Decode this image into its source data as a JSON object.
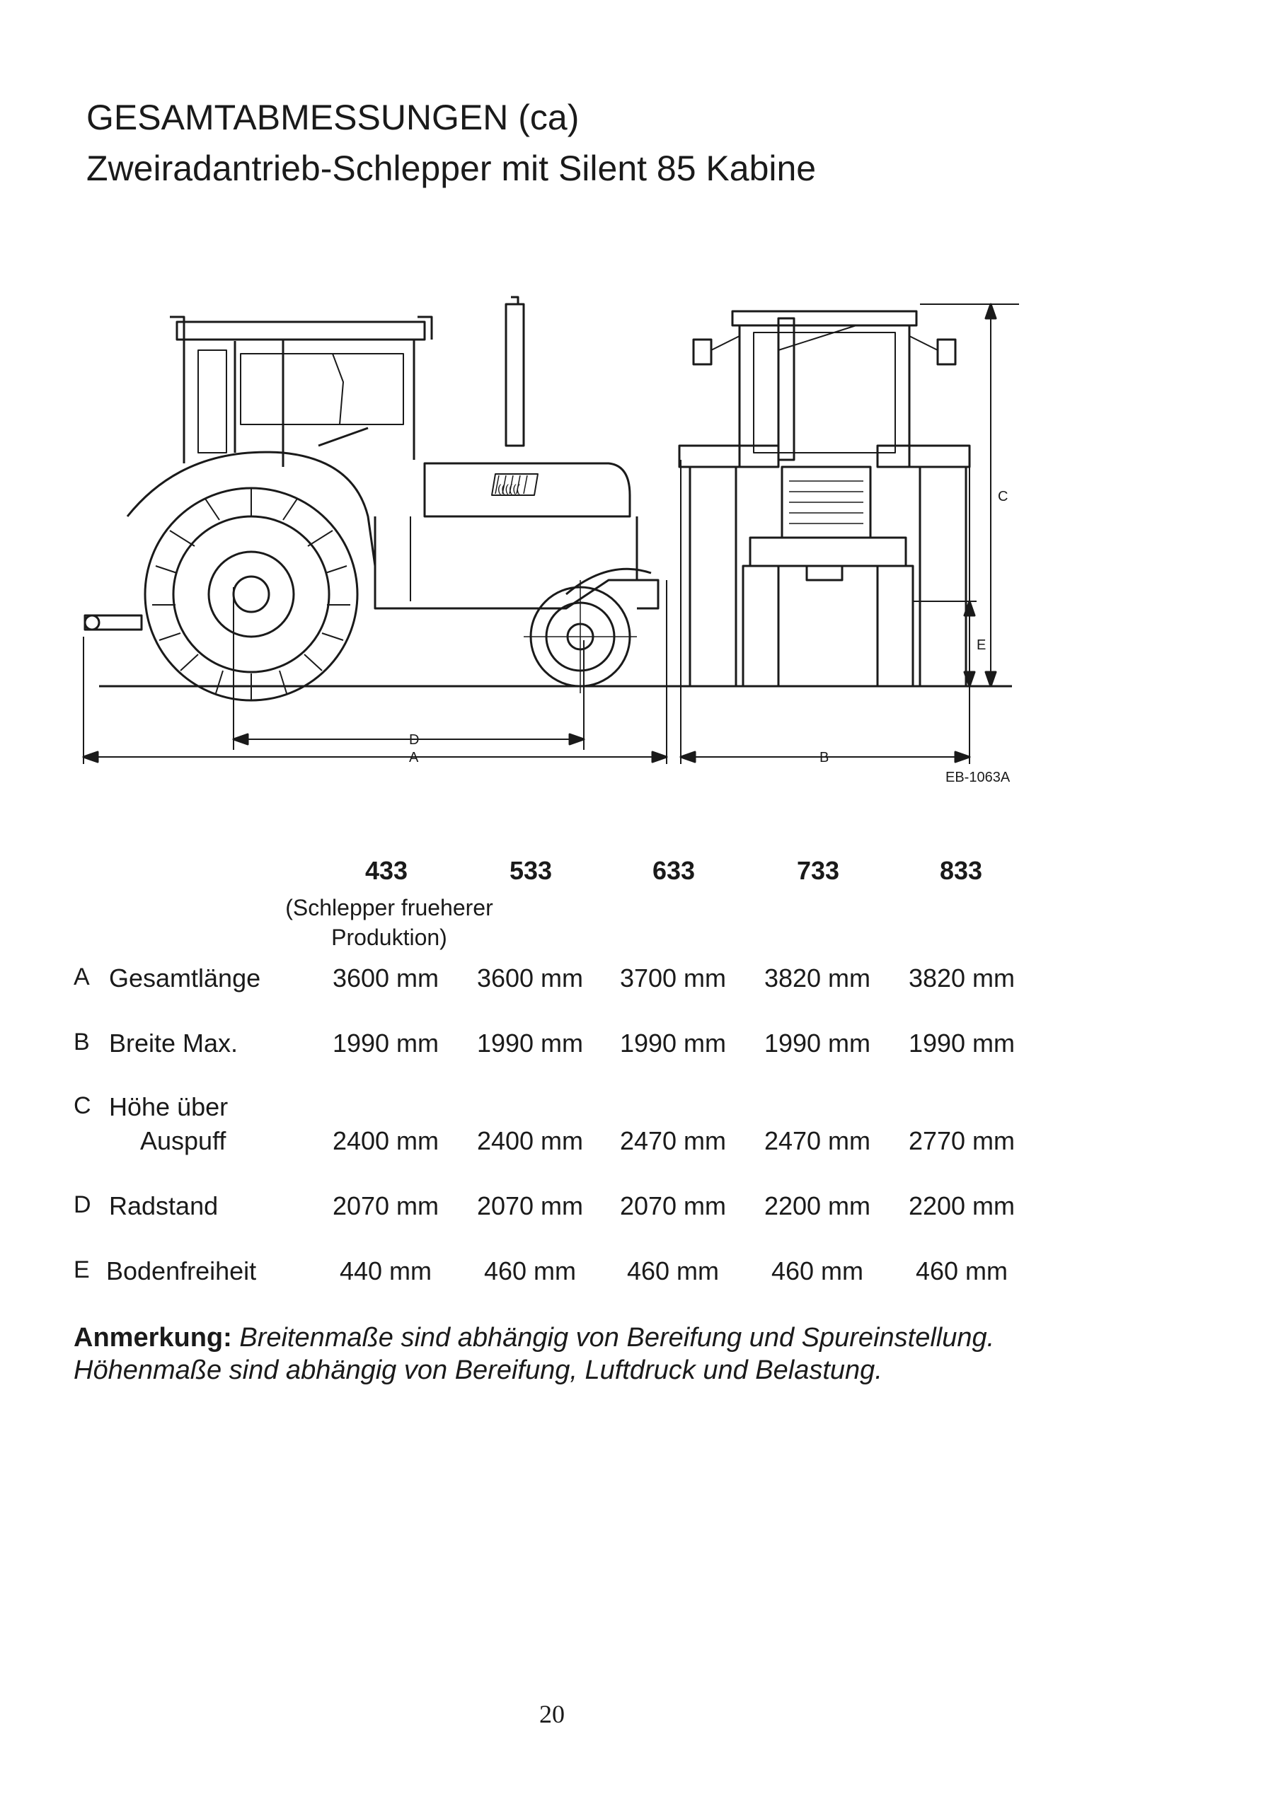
{
  "header": {
    "title": "GESAMTABMESSUNGEN (ca)",
    "subtitle": "Zweiradantrieb-Schlepper mit Silent 85 Kabine"
  },
  "drawing": {
    "code": "EB-1063A",
    "dim_labels": {
      "a": "A",
      "b": "B",
      "c": "C",
      "d": "D",
      "e": "E"
    },
    "grille_label": "(((((("
  },
  "table": {
    "models": [
      "433",
      "533",
      "633",
      "733",
      "833"
    ],
    "first_model_note_line1": "(Schlepper frueherer",
    "first_model_note_line2": "Produktion)",
    "rows": [
      {
        "letter": "A",
        "label": "Gesamtlänge",
        "values": [
          "3600 mm",
          "3600 mm",
          "3700 mm",
          "3820 mm",
          "3820 mm"
        ]
      },
      {
        "letter": "B",
        "label": "Breite  Max.",
        "values": [
          "1990 mm",
          "1990 mm",
          "1990 mm",
          "1990 mm",
          "1990 mm"
        ]
      },
      {
        "letter": "C",
        "label": "Höhe über",
        "label2": "Auspuff",
        "values": [
          "2400 mm",
          "2400 mm",
          "2470 mm",
          "2470 mm",
          "2770 mm"
        ]
      },
      {
        "letter": "D",
        "label": "Radstand",
        "values": [
          "2070 mm",
          "2070 mm",
          "2070 mm",
          "2200 mm",
          "2200 mm"
        ]
      },
      {
        "letter": "E",
        "label": "Bodenfreiheit",
        "values": [
          "440 mm",
          "460 mm",
          "460 mm",
          "460 mm",
          "460 mm"
        ]
      }
    ]
  },
  "note": {
    "label": "Anmerkung:",
    "line1": "Breitenmaße sind abhängig von Bereifung und Spureinstellung.",
    "line2": "Höhenmaße sind abhängig von Bereifung, Luftdruck und Belastung."
  },
  "page": {
    "number": "20"
  }
}
